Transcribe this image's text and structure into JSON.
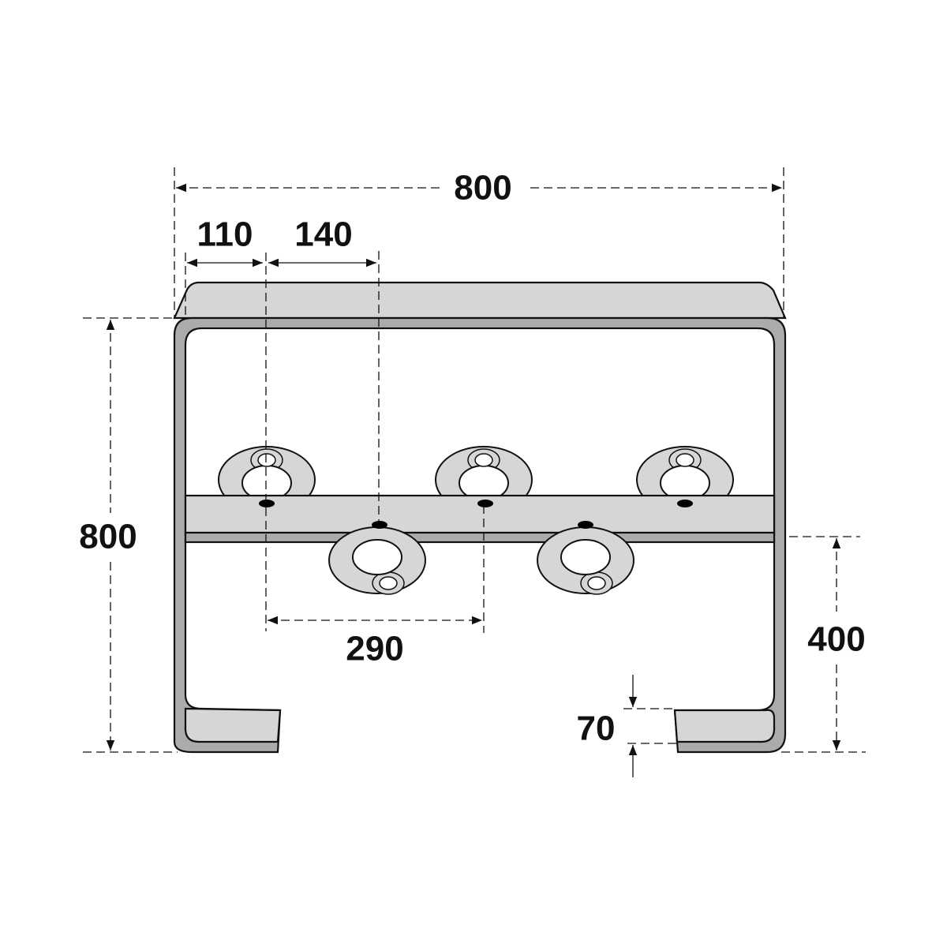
{
  "dimensions": {
    "overall_width": "800",
    "left_offset": "110",
    "hole_spacing": "140",
    "ring_spacing": "290",
    "overall_height": "800",
    "shelf_height": "400",
    "foot_height": "70"
  },
  "colors": {
    "surface_light": "#d6d6d6",
    "tube_dark": "#ababab",
    "outline": "#111111"
  }
}
